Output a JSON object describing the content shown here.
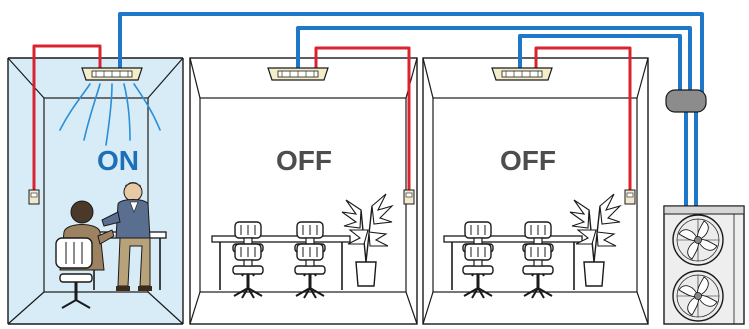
{
  "rooms": [
    {
      "status": "ON",
      "active": true
    },
    {
      "status": "OFF",
      "active": false
    },
    {
      "status": "OFF",
      "active": false
    }
  ],
  "colors": {
    "on_label": "#1d6fb8",
    "off_label": "#4d4d4d",
    "refrigerant_pipe": "#1f77c9",
    "signal_wire": "#d9232e",
    "active_room_fill": "#d8ecf8",
    "airflow": "#2a8fd8",
    "outline": "#1a1a1a"
  },
  "icons": [
    "ceiling-cassette-icon",
    "wall-controller-icon",
    "outdoor-unit-icon",
    "branch-box-icon",
    "office-chair-icon",
    "potted-plant-icon",
    "person-icon",
    "airflow-icon"
  ]
}
